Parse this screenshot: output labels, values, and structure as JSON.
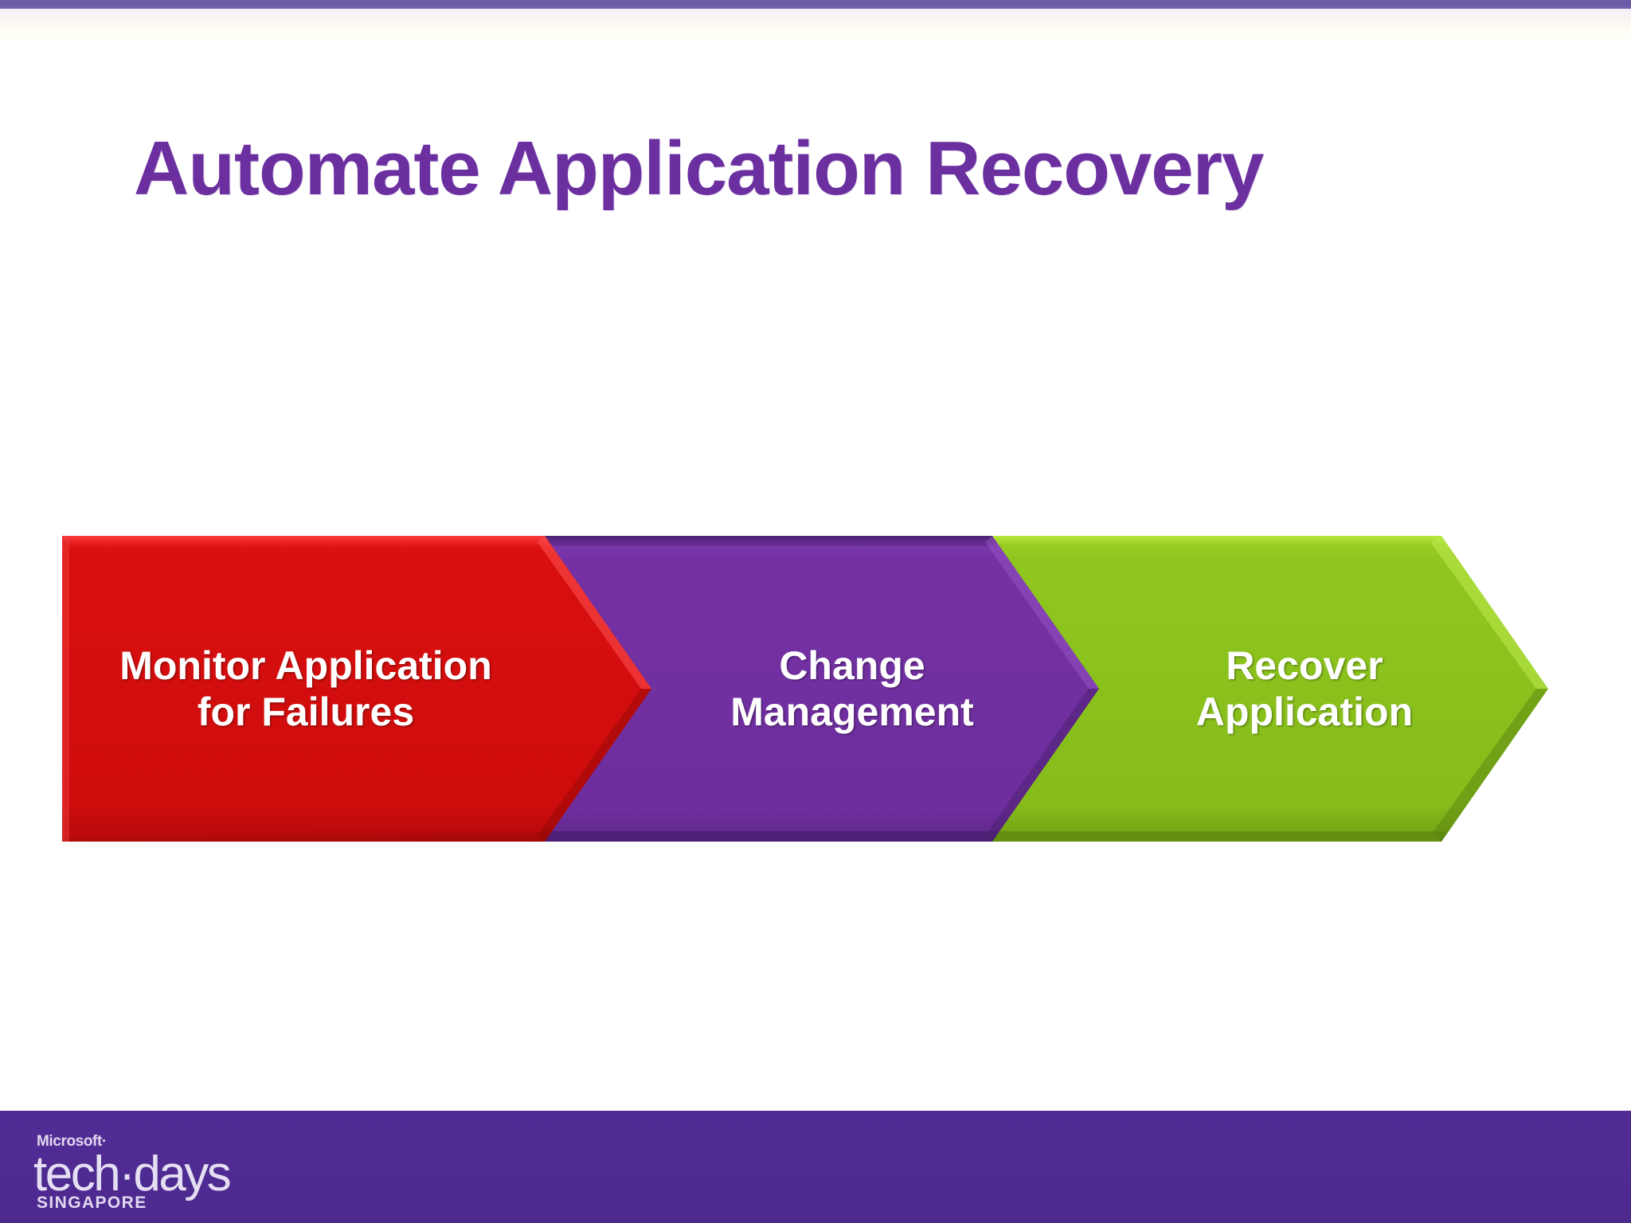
{
  "slide": {
    "title": "Automate Application Recovery",
    "title_color": "#6B2FA0",
    "background_color": "#FFFFFF"
  },
  "top_bar": {
    "color": "#6A59A4"
  },
  "process": {
    "type": "chevron-process",
    "steps": [
      {
        "label": "Monitor Application\nfor Failures",
        "color": "#D10D0D",
        "text_color": "#FFFFFF",
        "order": 1
      },
      {
        "label": "Change\nManagement",
        "color": "#7030A0",
        "text_color": "#FFFFFF",
        "order": 2
      },
      {
        "label": "Recover\nApplication",
        "color": "#8CC120",
        "text_color": "#FFFFFF",
        "order": 3
      }
    ]
  },
  "footer": {
    "bar_color": "#4E2A90",
    "logo": {
      "microsoft": "Microsoft·",
      "techdays": "tech·days",
      "region": "SINGAPORE"
    }
  }
}
